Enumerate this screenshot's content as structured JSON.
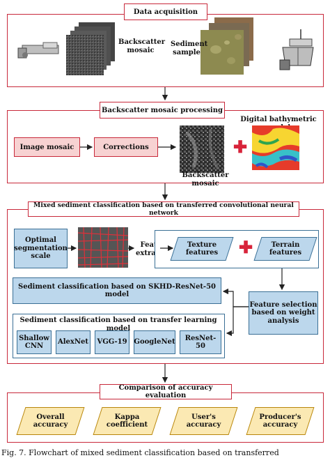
{
  "stages": {
    "data_acquisition": {
      "title": "Data acquisition",
      "backscatter_label": "Backscatter mosaic",
      "sediment_label": "Sediment sample"
    },
    "processing": {
      "title": "Backscatter mosaic processing",
      "image_mosaic": "Image mosaic",
      "corrections": "Corrections",
      "bathymetric_label": "Digital bathymetric model",
      "mosaic_caption": "Backscatter mosaic"
    },
    "classification": {
      "title": "Mixed sediment classification based on transferred convolutional neural network",
      "optimal_scale": "Optimal segmentation scale",
      "feature_extraction": "Feature extraction",
      "texture_features": "Texture features",
      "terrain_features": "Terrain features",
      "feature_selection": "Feature selection based on weight analysis",
      "skhd_model": "Sediment classification based on SKHD-ResNet-50 model",
      "transfer_title": "Sediment classification based on transfer learning model",
      "models": [
        "Shallow CNN",
        "AlexNet",
        "VGG-19",
        "GoogleNet",
        "ResNet-50"
      ]
    },
    "evaluation": {
      "title": "Comparison of accuracy evaluation",
      "metrics": [
        "Overall accuracy",
        "Kappa coefficient",
        "User's accuracy",
        "Producer's accuracy"
      ]
    }
  },
  "caption": "Fig. 7.   Flowchart of mixed sediment classification based on transferred",
  "colors": {
    "stage_border": "#c8283a",
    "pink_fill": "#f7d2d2",
    "blue_fill": "#bcd7ec",
    "yellow_fill": "#fbe9b3",
    "plus_red": "#d8233a"
  }
}
